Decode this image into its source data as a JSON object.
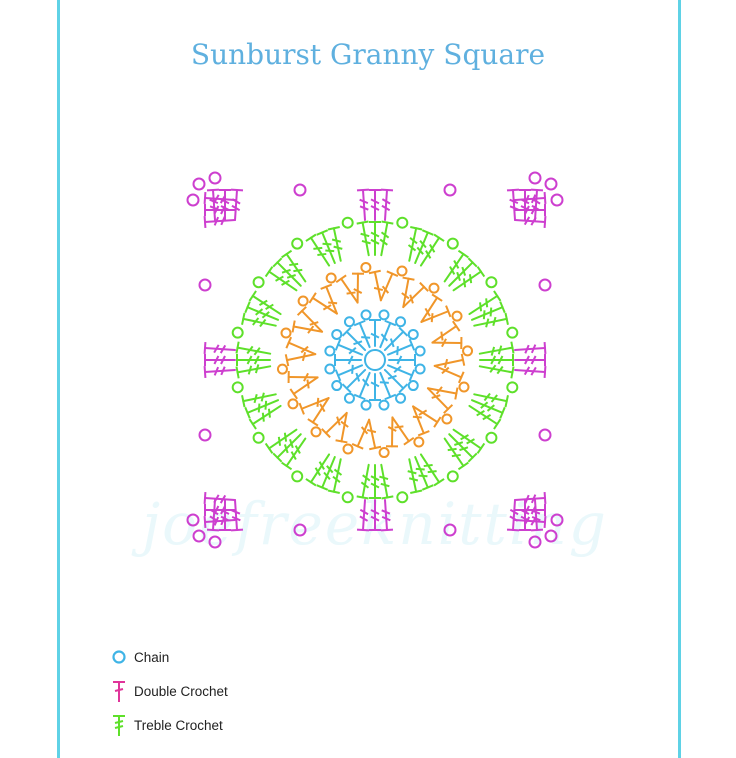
{
  "title": "Sunburst Granny Square",
  "watermark": "joefreeknitting",
  "legend": [
    {
      "symbol": "chain-symbol",
      "label": "Chain",
      "color": "#3fb4e6"
    },
    {
      "symbol": "double-crochet-symbol",
      "label": "Double Crochet",
      "color": "#e0349a"
    },
    {
      "symbol": "treble-crochet-symbol",
      "label": "Treble Crochet",
      "color": "#5ee02a"
    }
  ],
  "colors": {
    "frame": "#5fd2e6",
    "round1": "#3fb4e6",
    "round2": "#f0962a",
    "round3": "#5ee02a",
    "round4": "#cd3fcf"
  }
}
